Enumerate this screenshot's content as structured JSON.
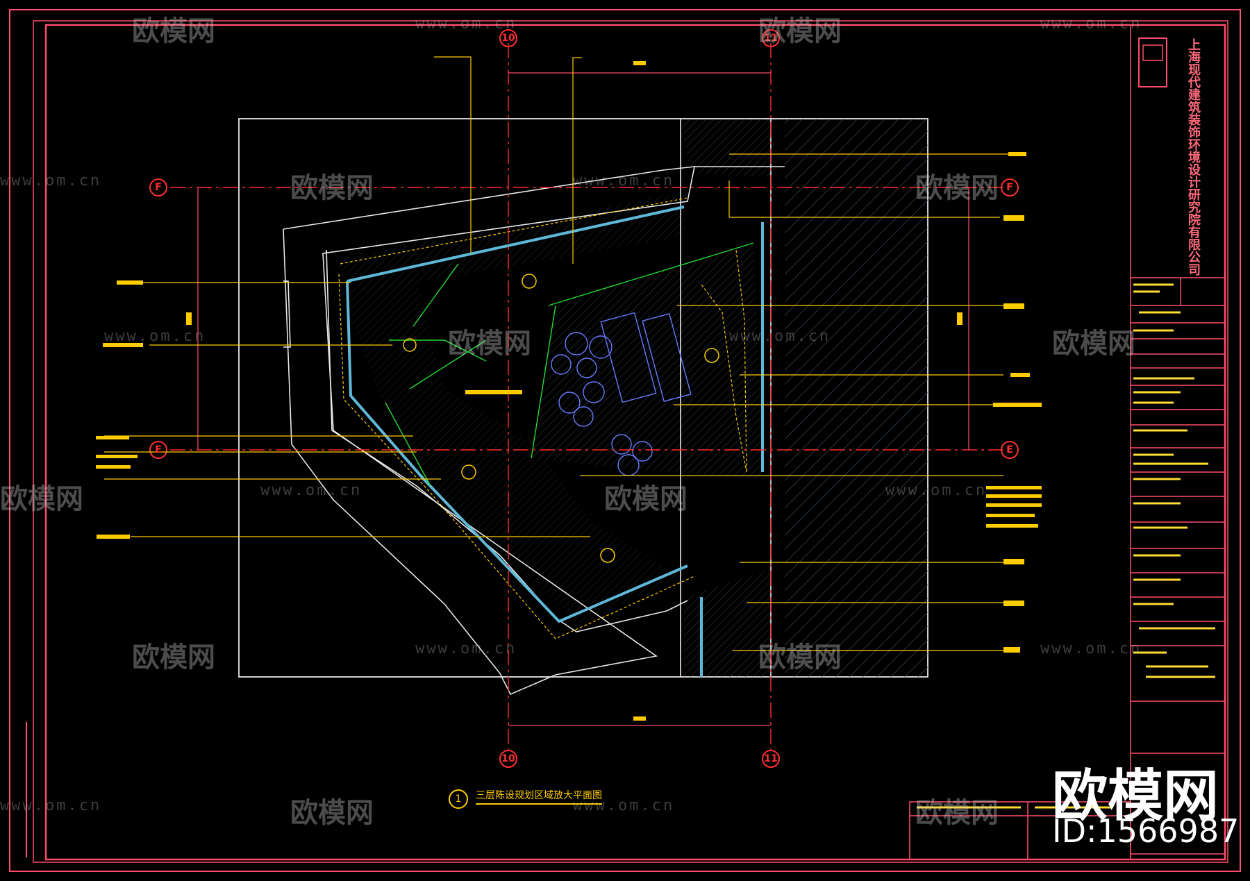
{
  "watermark": {
    "brand_text": "欧模网",
    "url_text": "www.om.cn",
    "id_text": "ID:1566987"
  },
  "axes": {
    "columns": [
      "10",
      "11"
    ],
    "rows": [
      "F",
      "E"
    ]
  },
  "drawing": {
    "number": "1",
    "title": "三层陈设规划区域放大平面图"
  },
  "title_block": {
    "company_cn": "上海现代建筑装饰环境设计研究院有限公司"
  },
  "colors": {
    "frame": "#ff4d6a",
    "axis": "#ff2a2a",
    "wall": "#ffffff",
    "annotation": "#ffcc00",
    "glass": "#5fb8d8",
    "green": "#22dd33",
    "hatch": "#3a4a5a"
  }
}
